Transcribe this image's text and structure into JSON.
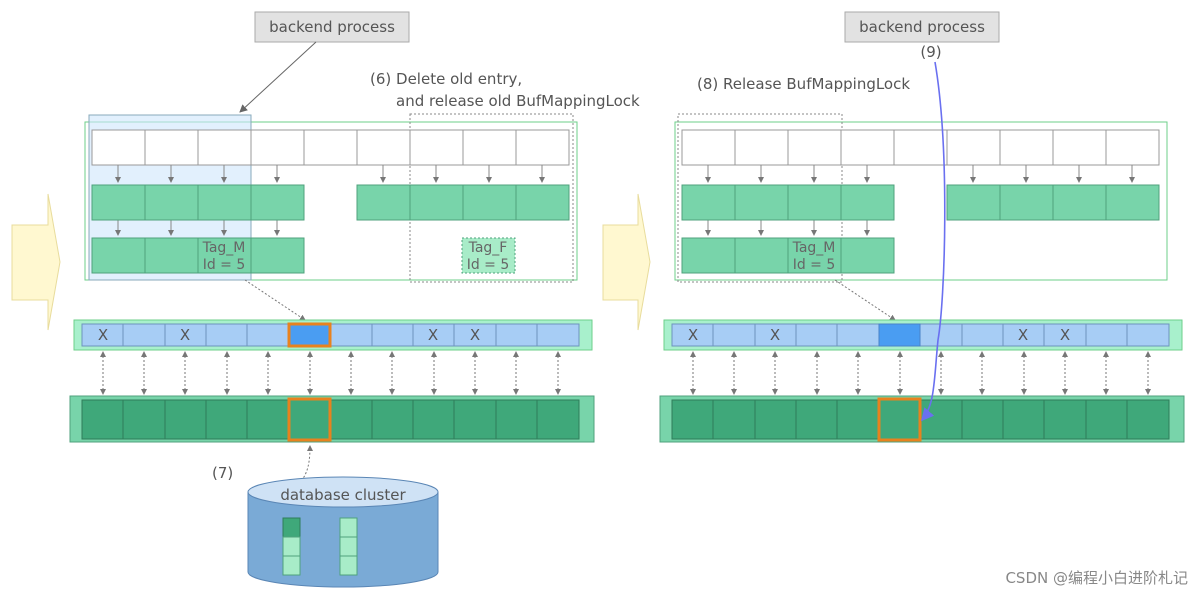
{
  "panel_left": {
    "backend_label": "backend process",
    "step6_line1": "(6) Delete old entry,",
    "step6_line2": "and release old BufMappingLock",
    "tag_m_line1": "Tag_M",
    "tag_m_line2": "Id = 5",
    "tag_f_line1": "Tag_F",
    "tag_f_line2": "Id = 5",
    "step7": "(7)",
    "db_label": "database cluster",
    "x_marks": [
      "X",
      "X",
      "X",
      "X"
    ]
  },
  "panel_right": {
    "backend_label": "backend process",
    "step9": "(9)",
    "step8": "(8) Release BufMappingLock",
    "tag_m_line1": "Tag_M",
    "tag_m_line2": "Id = 5",
    "x_marks": [
      "X",
      "X",
      "X",
      "X"
    ]
  },
  "watermark": "CSDN @编程小白进阶札记",
  "colors": {
    "hash_green": "#78d4aa",
    "pool_green": "#3fa87a",
    "descriptor_blue": "#a7cdf5",
    "highlight_blue": "#4a9df2",
    "orange": "#e8821e",
    "db_blue": "#7aaad6",
    "arrow_yellow": "#fff8d0",
    "link_purple": "#6a70f0"
  }
}
